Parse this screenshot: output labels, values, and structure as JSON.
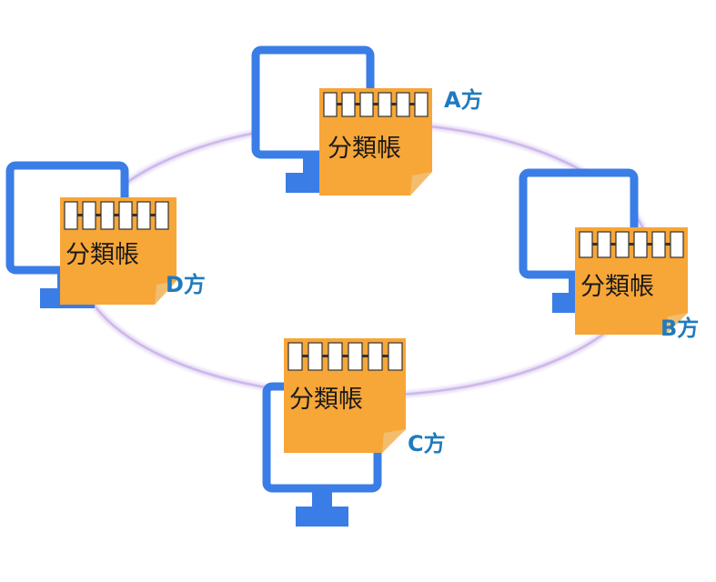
{
  "diagram": {
    "ledger_label": "分類帳",
    "colors": {
      "monitor": "#3a7de6",
      "ledger_fill": "#f7a638",
      "ledger_fold": "#f3bd6f",
      "label_color": "#1f7bbf",
      "ring": "#d9c7ef"
    },
    "nodes": [
      {
        "id": "A",
        "party_label": "A方"
      },
      {
        "id": "B",
        "party_label": "B方"
      },
      {
        "id": "C",
        "party_label": "C方"
      },
      {
        "id": "D",
        "party_label": "D方"
      }
    ]
  }
}
